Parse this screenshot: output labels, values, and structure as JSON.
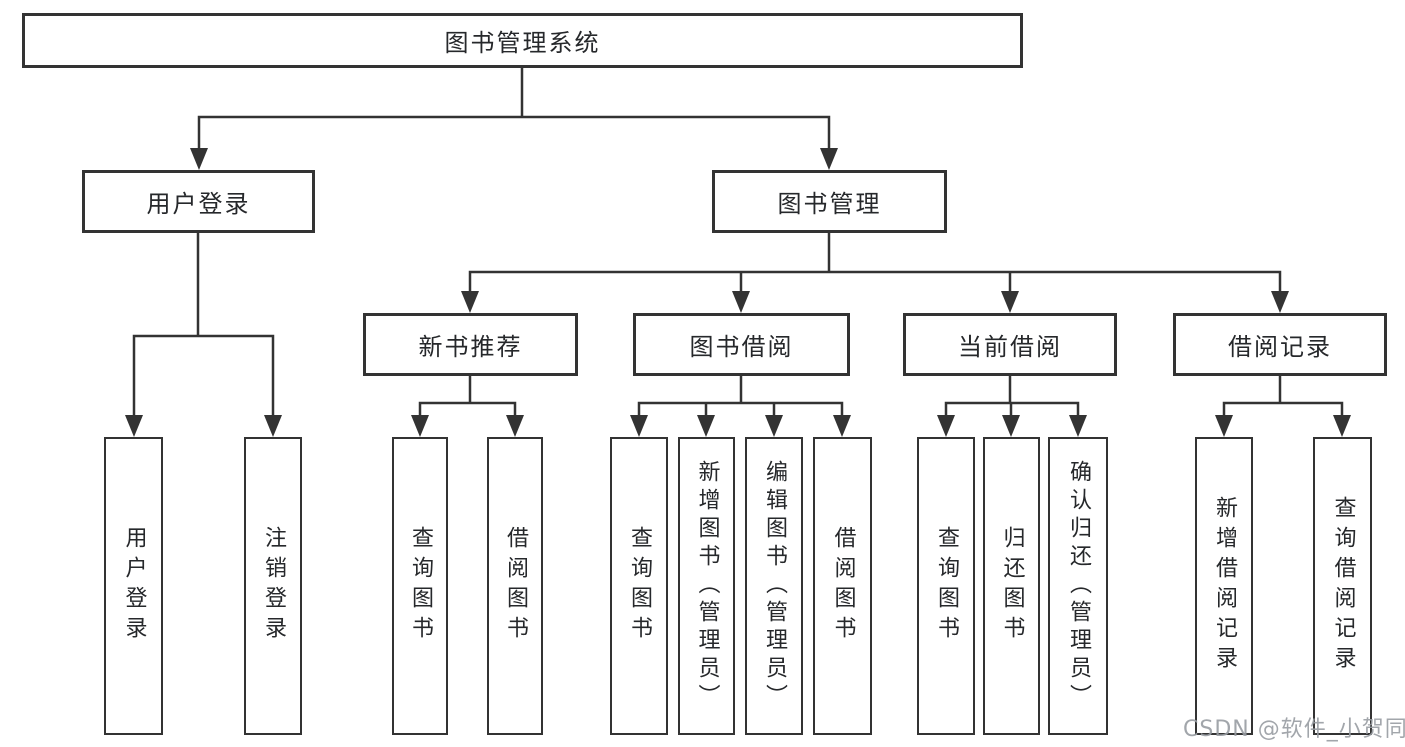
{
  "tree": {
    "label": "图书管理系统",
    "children": [
      {
        "label": "用户登录",
        "children": [
          {
            "label": "用户登录"
          },
          {
            "label": "注销登录"
          }
        ]
      },
      {
        "label": "图书管理",
        "children": [
          {
            "label": "新书推荐",
            "children": [
              {
                "label": "查询图书"
              },
              {
                "label": "借阅图书"
              }
            ]
          },
          {
            "label": "图书借阅",
            "children": [
              {
                "label": "查询图书"
              },
              {
                "label": "新增图书（管理员）"
              },
              {
                "label": "编辑图书（管理员）"
              },
              {
                "label": "借阅图书"
              }
            ]
          },
          {
            "label": "当前借阅",
            "children": [
              {
                "label": "查询图书"
              },
              {
                "label": "归还图书"
              },
              {
                "label": "确认归还（管理员）"
              }
            ]
          },
          {
            "label": "借阅记录",
            "children": [
              {
                "label": "新增借阅记录"
              },
              {
                "label": "查询借阅记录"
              }
            ]
          }
        ]
      }
    ]
  },
  "watermark": "CSDN @软件_小贺同学",
  "colors": {
    "line": "#333333",
    "text": "#26282b",
    "watermark": "#989ca2",
    "background": "#ffffff"
  }
}
